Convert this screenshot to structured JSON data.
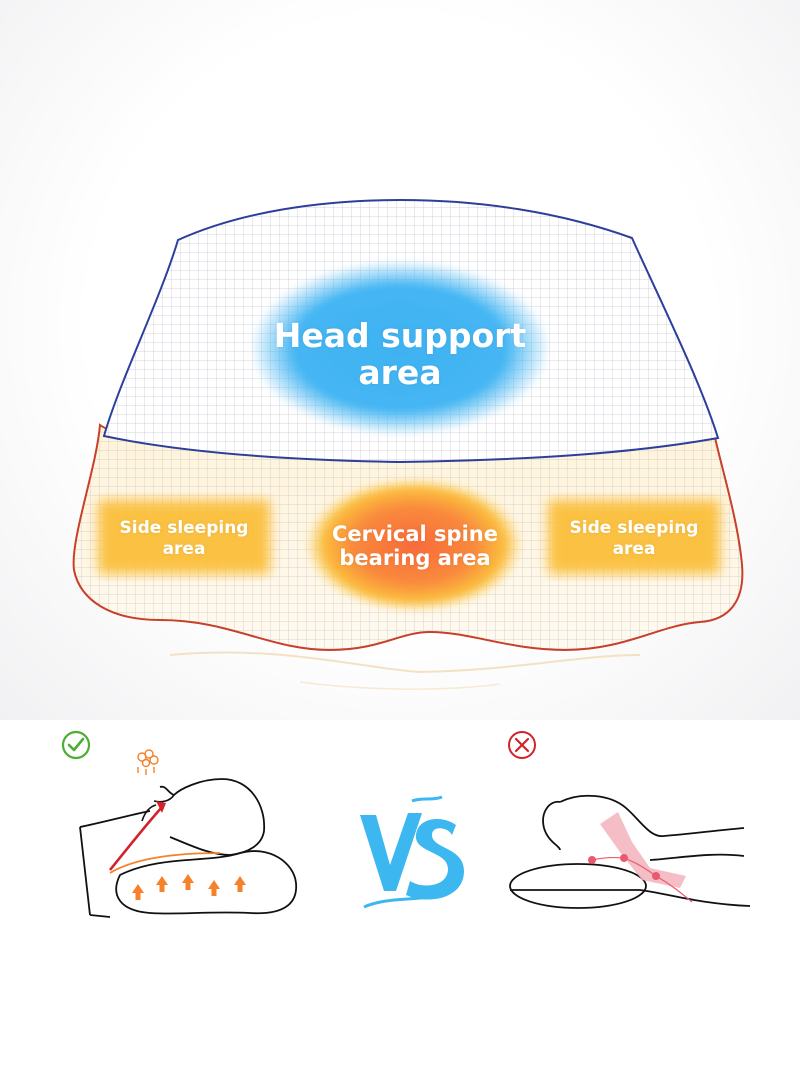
{
  "regions": {
    "head": {
      "text": "Head support\narea",
      "color": "#3fb2f2"
    },
    "side_left": {
      "text": "Side sleeping\narea",
      "color": "#fbbf3a"
    },
    "cervical": {
      "text": "Cervical spine\nbearing area",
      "color": "#f8703b"
    },
    "side_right": {
      "text": "Side sleeping\narea",
      "color": "#fbbf3a"
    }
  },
  "comparison": {
    "correct": {
      "icon": "check-circle-icon",
      "color": "#4cae34"
    },
    "incorrect": {
      "icon": "x-circle-icon",
      "color": "#d2232a"
    },
    "vs": {
      "text": "VS",
      "color": "#3cb7ef"
    }
  },
  "colors": {
    "top_outline": "#2c3f9b",
    "bottom_outline": "#c8402a",
    "grid": "#c9c9d2",
    "arrow": "#f5822a",
    "pain": "#e85a6e"
  }
}
